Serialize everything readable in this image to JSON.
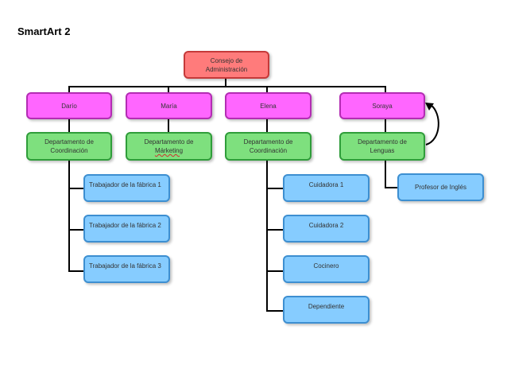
{
  "title": "SmartArt 2",
  "nodes": {
    "root": "Consejo de\nAdministración",
    "dario": "Darío",
    "maria": "María",
    "elena": "Elena",
    "soraya": "Soraya",
    "dept_dario": "Departamento de\nCoordinación",
    "dept_maria_1": "Departamento de",
    "dept_maria_2": "Márketing",
    "dept_elena": "Departamento de\nCoordinación",
    "dept_soraya": "Departamento de\nLenguas",
    "trab1": "Trabajador de la fábrica 1",
    "trab2": "Trabajador de la fábrica 2",
    "trab3": "Trabajador de la fábrica 3",
    "cuid1": "Cuidadora 1",
    "cuid2": "Cuidadora 2",
    "cocinero": "Cocinero",
    "dependiente": "Dependiente",
    "profesor": "Profesor de Inglés"
  },
  "colors": {
    "root": "#ff7b7b",
    "manager": "#ff66ff",
    "department": "#7ee07e",
    "staff": "#86ccff"
  }
}
